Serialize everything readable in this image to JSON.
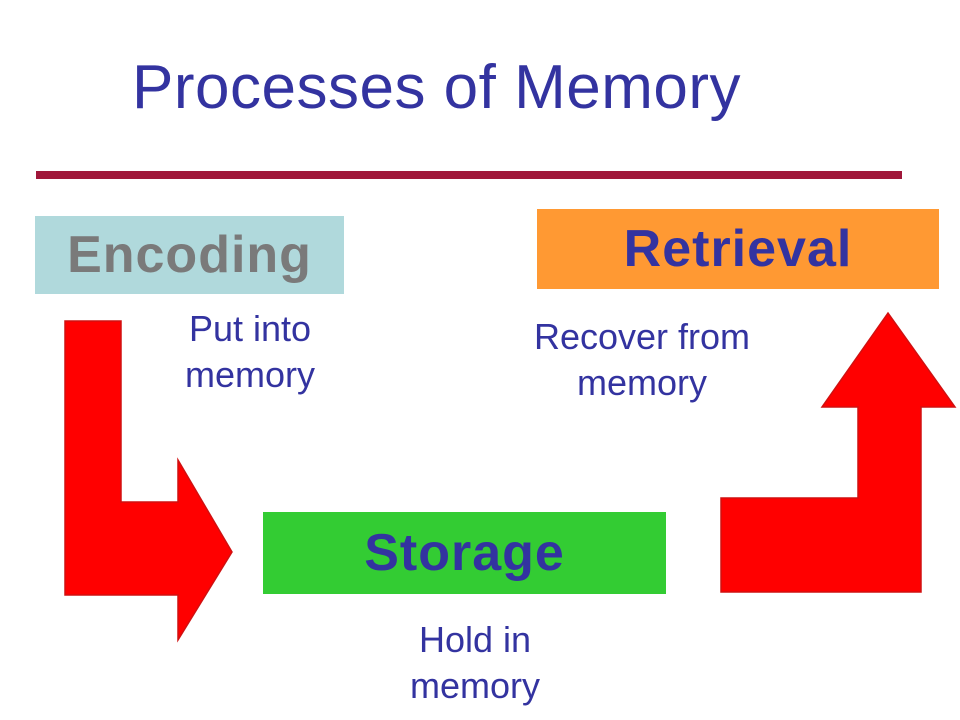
{
  "slide": {
    "title": "Processes of Memory"
  },
  "stages": {
    "encoding": {
      "label": "Encoding",
      "description_line1": "Put into",
      "description_line2": "memory"
    },
    "retrieval": {
      "label": "Retrieval",
      "description_line1": "Recover from",
      "description_line2": "memory"
    },
    "storage": {
      "label": "Storage",
      "description_line1": "Hold in",
      "description_line2": "memory"
    }
  },
  "colors": {
    "title": "#3333a0",
    "rule": "#a0173a",
    "encoding_box": "#b0d9dc",
    "retrieval_box": "#ff9933",
    "storage_box": "#33cc33",
    "arrow_fill": "#ff0000"
  },
  "arrows": [
    "encoding-to-storage-arrow",
    "storage-to-retrieval-arrow"
  ]
}
